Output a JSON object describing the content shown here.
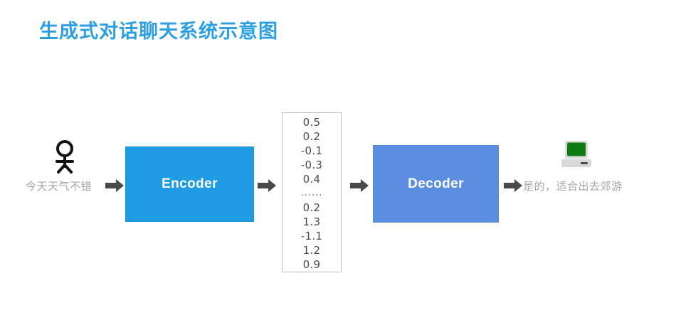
{
  "page": {
    "title": "生成式对话聊天系统示意图",
    "title_color": "#2C9FE3",
    "background": "#FFFFFF"
  },
  "flow": {
    "user": {
      "icon": "person-icon",
      "input_text": "今天天气不错",
      "input_text_color": "#A6A6A6"
    },
    "encoder": {
      "label": "Encoder",
      "fill_color": "#1E9CE4",
      "text_color": "#FFFFFF"
    },
    "vector": {
      "name": "latent-vector",
      "border_color": "#BFBFBF",
      "values": [
        "0.5",
        "0.2",
        "-0.1",
        "-0.3",
        "0.4",
        "......",
        "0.2",
        "1.3",
        "-1.1",
        "1.2",
        "0.9"
      ]
    },
    "decoder": {
      "label": "Decoder",
      "fill_color": "#5B8EDF",
      "text_color": "#FFFFFF"
    },
    "system": {
      "icon": "computer-icon",
      "screen_color": "#0D7A12",
      "output_text": "是的，适合出去郊游",
      "output_text_color": "#A6A6A6"
    },
    "arrows": {
      "color": "#4A4A4A",
      "items": [
        {
          "name": "arrow-input-to-encoder"
        },
        {
          "name": "arrow-encoder-to-vector"
        },
        {
          "name": "arrow-vector-to-decoder"
        },
        {
          "name": "arrow-decoder-to-output"
        }
      ]
    }
  }
}
